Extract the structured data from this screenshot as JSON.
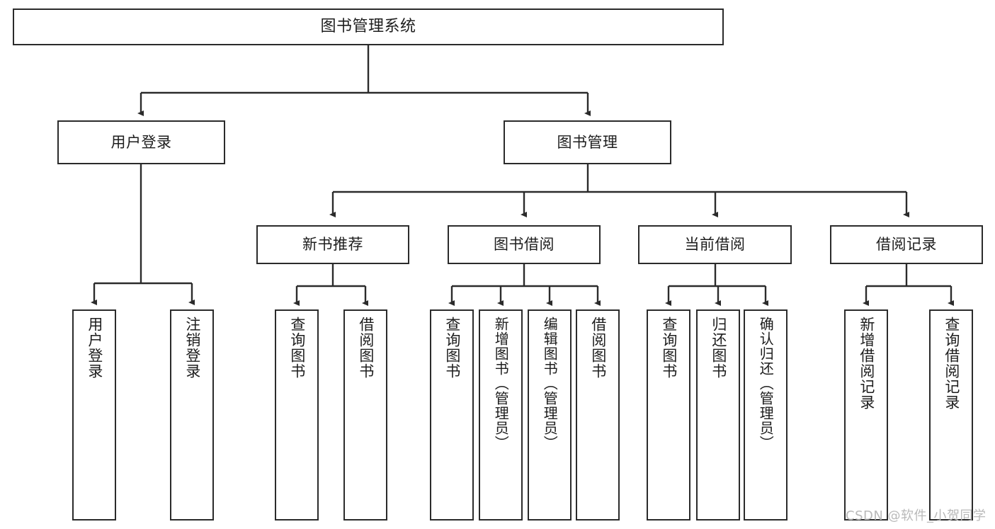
{
  "diagram": {
    "title": "图书管理系统",
    "type": "功能结构图",
    "root": {
      "label": "图书管理系统"
    },
    "level2": [
      {
        "label": "用户登录"
      },
      {
        "label": "图书管理"
      }
    ],
    "level3": [
      {
        "label": "新书推荐"
      },
      {
        "label": "图书借阅"
      },
      {
        "label": "当前借阅"
      },
      {
        "label": "借阅记录"
      }
    ],
    "leaves": {
      "user_login": [
        {
          "label": "用户登录"
        },
        {
          "label": "注销登录"
        }
      ],
      "new_book_recommend": [
        {
          "label": "查询图书"
        },
        {
          "label": "借阅图书"
        }
      ],
      "book_borrow": [
        {
          "label": "查询图书"
        },
        {
          "label": "新增图书（管理员）"
        },
        {
          "label": "编辑图书（管理员）"
        },
        {
          "label": "借阅图书"
        }
      ],
      "current_borrow": [
        {
          "label": "查询图书"
        },
        {
          "label": "归还图书"
        },
        {
          "label": "确认归还（管理员）"
        }
      ],
      "borrow_record": [
        {
          "label": "新增借阅记录"
        },
        {
          "label": "查询借阅记录"
        }
      ]
    }
  },
  "watermark": {
    "text": "CSDN @软件_小贺同学"
  },
  "colors": {
    "stroke": "#2b2b2b",
    "fill": "#ffffff",
    "text": "#1d1d1d",
    "watermark": "#b9b9b9"
  }
}
